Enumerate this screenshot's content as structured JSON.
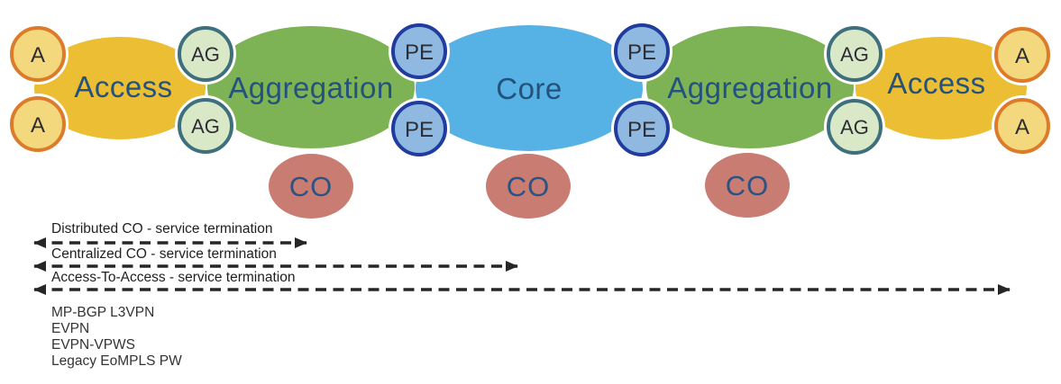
{
  "colors": {
    "zone_access": "#EBBE33",
    "zone_aggregation": "#7DB355",
    "zone_core": "#56B1E4",
    "zone_label_text": "#24527D",
    "node_a_fill": "#F3D87D",
    "node_a_border": "#DC7C2B",
    "node_ag_fill": "#D9E9C8",
    "node_ag_border": "#3E6F7D",
    "node_pe_fill": "#90B9E2",
    "node_pe_border": "#1F3C9E",
    "node_co_fill": "#C97C71",
    "node_co_text": "#2A5385",
    "node_text": "#2D2E35",
    "halo": "#FFFFFF",
    "arrow": "#262626",
    "legend_text": "#1F1F1F",
    "protocol_text": "#333333"
  },
  "diagram": {
    "zones": [
      {
        "id": "access-left",
        "label": "Access"
      },
      {
        "id": "aggregation-left",
        "label": "Aggregation"
      },
      {
        "id": "core",
        "label": "Core"
      },
      {
        "id": "aggregation-right",
        "label": "Aggregation"
      },
      {
        "id": "access-right",
        "label": "Access"
      }
    ],
    "node_labels": {
      "access": "A",
      "aggregation": "AG",
      "provider_edge": "PE",
      "central_office": "CO"
    }
  },
  "legend": {
    "scopes": [
      {
        "label": "Distributed CO - service termination"
      },
      {
        "label": "Centralized CO - service termination"
      },
      {
        "label": "Access-To-Access - service termination"
      }
    ],
    "protocols": [
      "MP-BGP L3VPN",
      "EVPN",
      "EVPN-VPWS",
      "Legacy EoMPLS PW"
    ]
  }
}
